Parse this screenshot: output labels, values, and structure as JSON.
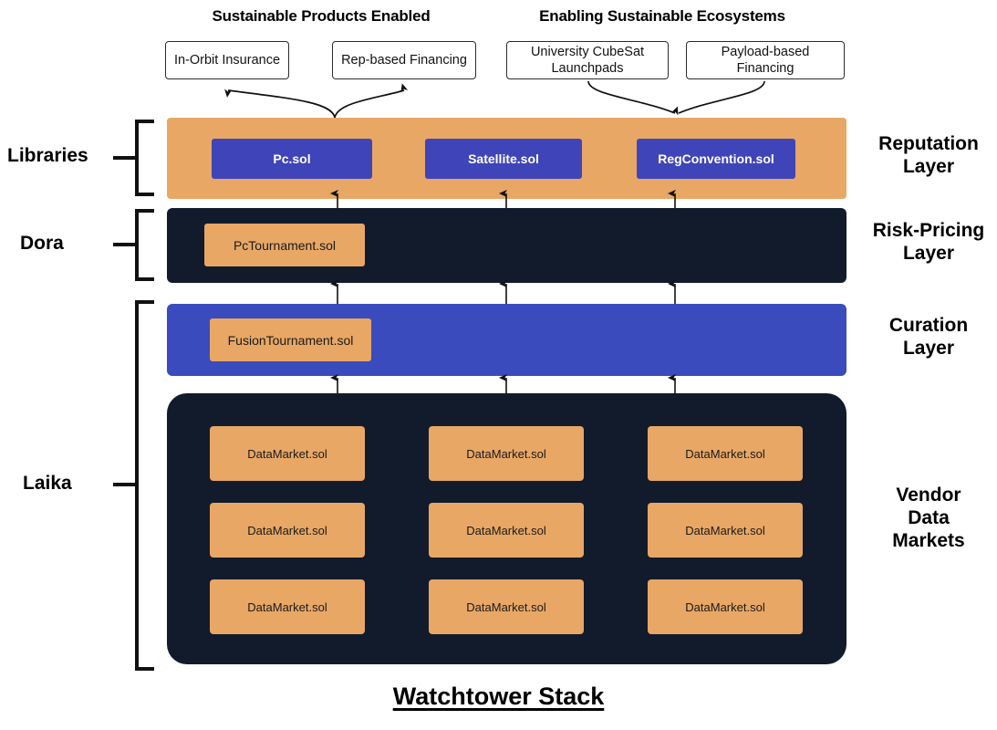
{
  "title": "Watchtower Stack",
  "colors": {
    "orange": "#e8a765",
    "blue_chip": "#3f45b8",
    "blue_layer": "#3a4bbe",
    "navy": "#121b2b",
    "white": "#ffffff",
    "line": "#1a1a1a"
  },
  "top_sections": [
    {
      "heading": "Sustainable Products Enabled"
    },
    {
      "heading": "Enabling Sustainable Ecosystems"
    }
  ],
  "product_boxes": [
    {
      "label": "In-Orbit Insurance"
    },
    {
      "label": "Rep-based Financing"
    },
    {
      "label": "University CubeSat Launchpads"
    },
    {
      "label": "Payload-based Financing"
    }
  ],
  "left_labels": [
    {
      "label": "Libraries"
    },
    {
      "label": "Dora"
    },
    {
      "label": "Laika"
    }
  ],
  "right_labels": [
    {
      "label": "Reputation\nLayer"
    },
    {
      "label": "Risk-Pricing\nLayer"
    },
    {
      "label": "Curation\nLayer"
    },
    {
      "label": "Vendor\nData\nMarkets"
    }
  ],
  "layers": {
    "reputation": {
      "chips": [
        {
          "label": "Pc.sol"
        },
        {
          "label": "Satellite.sol"
        },
        {
          "label": "RegConvention.sol"
        }
      ]
    },
    "risk_pricing": {
      "chips": [
        {
          "label": "PcTournament.sol"
        }
      ]
    },
    "curation": {
      "chips": [
        {
          "label": "FusionTournament.sol"
        }
      ]
    },
    "vendor_data_markets": {
      "chips": [
        {
          "label": "DataMarket.sol"
        },
        {
          "label": "DataMarket.sol"
        },
        {
          "label": "DataMarket.sol"
        },
        {
          "label": "DataMarket.sol"
        },
        {
          "label": "DataMarket.sol"
        },
        {
          "label": "DataMarket.sol"
        },
        {
          "label": "DataMarket.sol"
        },
        {
          "label": "DataMarket.sol"
        },
        {
          "label": "DataMarket.sol"
        }
      ]
    }
  }
}
